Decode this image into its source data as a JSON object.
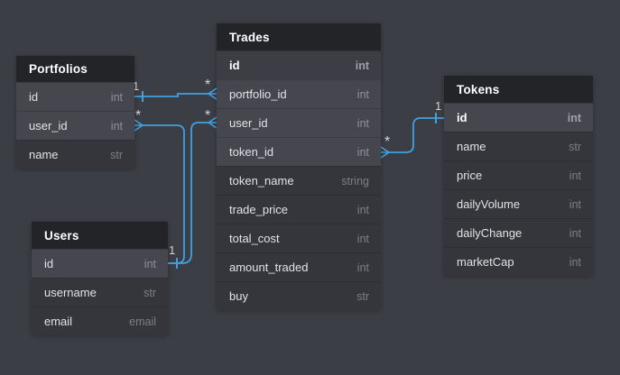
{
  "canvas": {
    "background_color": "#3c3e46",
    "line_color": "#41a0e2",
    "header_color": "#232428",
    "row_color": "#35363c",
    "highlight_row_color": "#46474e"
  },
  "tables": [
    {
      "name": "Portfolios",
      "fields": [
        {
          "name": "id",
          "type": "int",
          "ref": true
        },
        {
          "name": "user_id",
          "type": "int",
          "ref": true
        },
        {
          "name": "name",
          "type": "str"
        }
      ]
    },
    {
      "name": "Trades",
      "fields": [
        {
          "name": "id",
          "type": "int",
          "pk": true
        },
        {
          "name": "portfolio_id",
          "type": "int",
          "ref": true
        },
        {
          "name": "user_id",
          "type": "int",
          "ref": true
        },
        {
          "name": "token_id",
          "type": "int",
          "ref": true
        },
        {
          "name": "token_name",
          "type": "string"
        },
        {
          "name": "trade_price",
          "type": "int"
        },
        {
          "name": "total_cost",
          "type": "int"
        },
        {
          "name": "amount_traded",
          "type": "int"
        },
        {
          "name": "buy",
          "type": "str"
        }
      ]
    },
    {
      "name": "Users",
      "fields": [
        {
          "name": "id",
          "type": "int",
          "ref": true
        },
        {
          "name": "username",
          "type": "str"
        },
        {
          "name": "email",
          "type": "email"
        }
      ]
    },
    {
      "name": "Tokens",
      "fields": [
        {
          "name": "id",
          "type": "int",
          "pk": true,
          "ref": true
        },
        {
          "name": "name",
          "type": "str"
        },
        {
          "name": "price",
          "type": "int"
        },
        {
          "name": "dailyVolume",
          "type": "int"
        },
        {
          "name": "dailyChange",
          "type": "int"
        },
        {
          "name": "marketCap",
          "type": "int"
        }
      ]
    }
  ],
  "relationships": [
    {
      "from": "Portfolios.id",
      "to": "Trades.portfolio_id",
      "from_card": "1",
      "to_card": "*"
    },
    {
      "from": "Portfolios.user_id",
      "to": "Users.id",
      "from_card": "*",
      "to_card": "1"
    },
    {
      "from": "Trades.user_id",
      "to": "Users.id",
      "from_card": "*",
      "to_card": "1"
    },
    {
      "from": "Trades.token_id",
      "to": "Tokens.id",
      "from_card": "*",
      "to_card": "1"
    }
  ]
}
